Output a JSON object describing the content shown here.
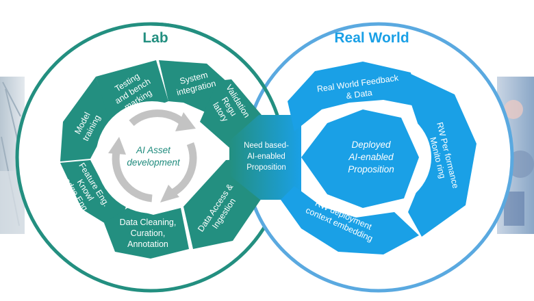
{
  "diagram": {
    "lab_title": "Lab",
    "real_world_title": "Real World",
    "lab_center": [
      "AI Asset",
      "development"
    ],
    "rw_center": [
      "Deployed",
      "AI-enabled",
      "Proposition"
    ],
    "junction_label": [
      "Need based-",
      "AI-enabled",
      "Proposition"
    ],
    "lab_steps": [
      {
        "id": "testing",
        "lines": [
          "Testing",
          "and bench",
          "marking"
        ]
      },
      {
        "id": "system",
        "lines": [
          "System",
          "integration"
        ]
      },
      {
        "id": "validation",
        "lines": [
          "Validation",
          "Regu",
          "latory"
        ]
      },
      {
        "id": "model",
        "lines": [
          "Model",
          "training"
        ]
      },
      {
        "id": "feature",
        "lines": [
          "Feature Eng.",
          "Knowl",
          "edge Eng."
        ]
      },
      {
        "id": "cleaning",
        "lines": [
          "Data Cleaning,",
          "Curation,",
          "Annotation"
        ]
      },
      {
        "id": "access",
        "lines": [
          "Data Access &",
          "Ingestion"
        ]
      }
    ],
    "rw_steps": [
      {
        "id": "feedback",
        "lines": [
          "Real World Feedback",
          "& Data"
        ]
      },
      {
        "id": "monitoring",
        "lines": [
          "RW Per formance",
          "Monito ring"
        ]
      },
      {
        "id": "deployment",
        "lines": [
          "RW deployment",
          "context embedding"
        ]
      }
    ],
    "colors": {
      "lab": "#238f80",
      "lab_light": "#2e9f8f",
      "real_world": "#1aa0e6",
      "real_world_ring": "#5aa9e0",
      "cycle_arrow": "#c3c3c3"
    }
  }
}
